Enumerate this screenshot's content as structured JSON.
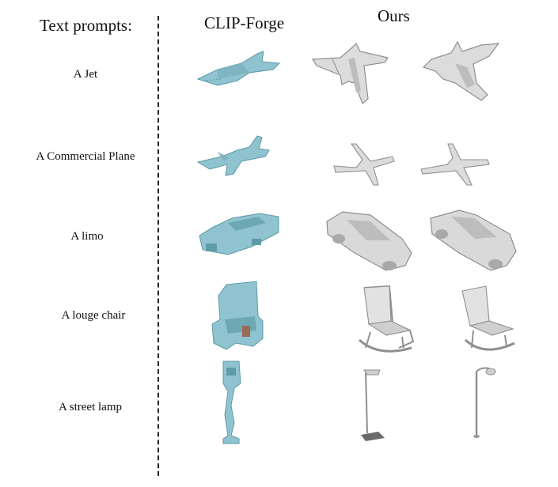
{
  "headers": {
    "prompts_header": "Text prompts:",
    "clipforge_header": "CLIP-Forge",
    "ours_header": "Ours"
  },
  "rows": [
    {
      "prompt": "A Jet",
      "object": "jet"
    },
    {
      "prompt": "A Commercial Plane",
      "object": "commercial-plane"
    },
    {
      "prompt": "A limo",
      "object": "limo"
    },
    {
      "prompt": "A louge chair",
      "object": "lounge-chair"
    },
    {
      "prompt": "A street lamp",
      "object": "street-lamp"
    }
  ],
  "colors": {
    "clipforge_voxel": "#8fc3cf",
    "clipforge_voxel_shade": "#5e9aa8",
    "ours_mesh": "#d9d9d9",
    "ours_mesh_shade": "#9a9a9a"
  }
}
